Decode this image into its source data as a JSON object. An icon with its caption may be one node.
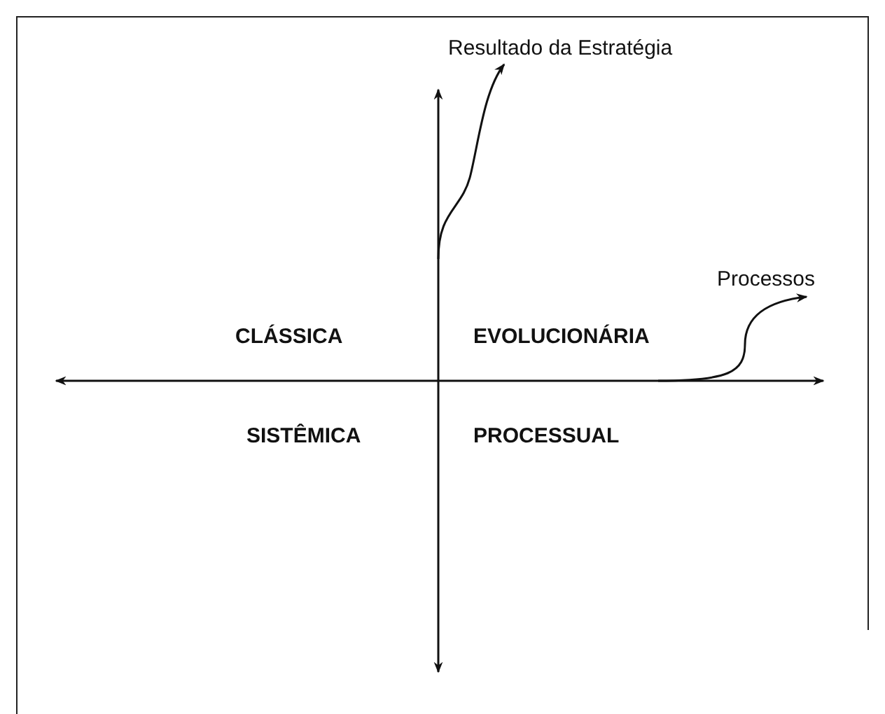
{
  "diagram": {
    "nodes": [
      {
        "text": [
          "Resultado da Estratégia"
        ]
      },
      {
        "text": [
          "Processos"
        ]
      }
    ],
    "edges": [
      {
        "from": null,
        "to": 0,
        "arrow": "to"
      },
      {
        "from": null,
        "to": 1,
        "arrow": "to"
      }
    ],
    "labels": [
      "CLÁSSICA",
      "EVOLUCIONÁRIA",
      "SISTÊMICA",
      "PROCESSUAL"
    ]
  }
}
